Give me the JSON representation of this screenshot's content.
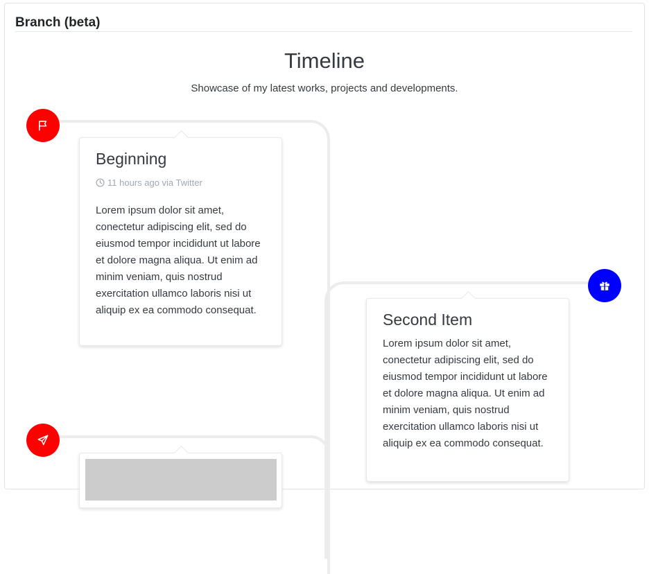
{
  "panel": {
    "title": "Branch (beta)"
  },
  "timeline": {
    "title": "Timeline",
    "subtitle": "Showcase of my latest works, projects and developments."
  },
  "items": [
    {
      "title": "Beginning",
      "meta": "11 hours ago via Twitter",
      "text": "Lorem ipsum dolor sit amet, conectetur adipiscing elit, sed do eiusmod tempor incididunt ut labore et dolore magna aliqua. Ut enim ad minim veniam, quis nostrud exercitation ullamco laboris nisi ut aliquip ex ea commodo consequat.",
      "icon": "flag-icon",
      "color": "#ff0000"
    },
    {
      "title": "Second Item",
      "text": "Lorem ipsum dolor sit amet, conectetur adipiscing elit, sed do eiusmod tempor incididunt ut labore et dolore magna aliqua. Ut enim ad minim veniam, quis nostrud exercitation ullamco laboris nisi ut aliquip ex ea commodo consequat.",
      "icon": "gift-icon",
      "color": "#0000ff"
    },
    {
      "icon": "paper-plane-icon",
      "color": "#ff0000"
    }
  ],
  "colors": {
    "line": "#ececec",
    "text": "#343a40",
    "meta": "#a0a8b0"
  }
}
